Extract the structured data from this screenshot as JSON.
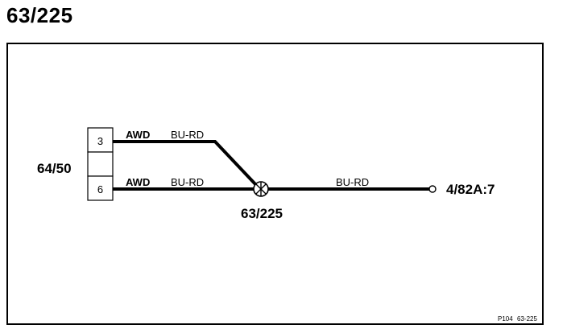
{
  "header": {
    "title": "63/225"
  },
  "connector": {
    "name": "64/50",
    "pins": [
      {
        "number": "3"
      },
      {
        "number": ""
      },
      {
        "number": "6"
      }
    ]
  },
  "wires": [
    {
      "system": "AWD",
      "color": "BU-RD"
    },
    {
      "system": "AWD",
      "color": "BU-RD"
    },
    {
      "system": "",
      "color": "BU-RD"
    }
  ],
  "splice": {
    "label": "63/225"
  },
  "destination": {
    "label": "4/82A:7"
  },
  "footer": {
    "ref_code": "P104",
    "page_ref": "63-225"
  }
}
